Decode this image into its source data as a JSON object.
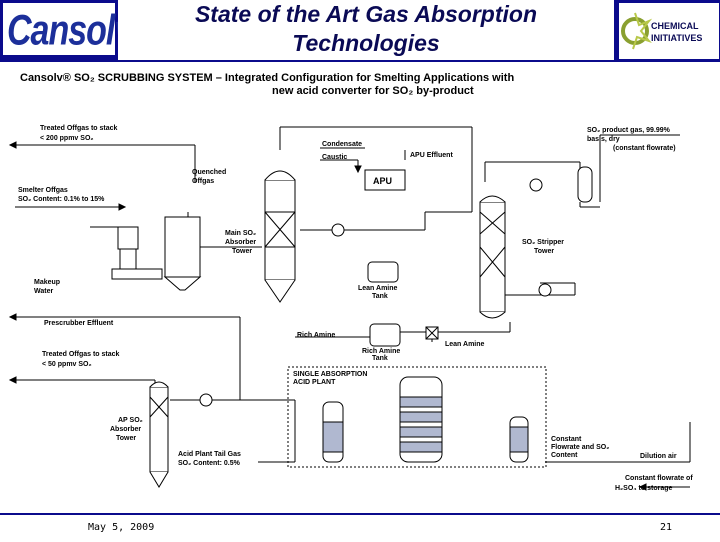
{
  "header": {
    "title_line1": "State of the Art Gas Absorption",
    "title_line2": "Technologies",
    "logo_left_text": "Cansolv",
    "logo_right_line1": "CHEMICAL",
    "logo_right_line2": "INITIATIVES"
  },
  "diagram": {
    "title_line1": "Cansolv® SO₂ SCRUBBING SYSTEM – Integrated Configuration for Smelting Applications with",
    "title_line2": "new acid converter for SO₂ by-product",
    "labels": {
      "treated_offgas_top_1": "Treated Offgas to stack",
      "treated_offgas_top_2": "< 200 ppmv SO₂",
      "smelter_offgas_1": "Smelter Offgas",
      "smelter_offgas_2": "SO₂ Content: 0.1% to 15%",
      "quenched_1": "Quenched",
      "quenched_2": "Offgas",
      "condensate": "Condensate",
      "caustic": "Caustic",
      "apu_effluent": "APU Effluent",
      "apu": "APU",
      "so2_product_1": "SO₂ product gas, 99.99%",
      "so2_product_2": "basis, dry",
      "so2_product_3": "(constant flowrate)",
      "main_absorber_1": "Main SO₂",
      "main_absorber_2": "Absorber",
      "main_absorber_3": "Tower",
      "stripper_1": "SO₂ Stripper",
      "stripper_2": "Tower",
      "makeup_1": "Makeup",
      "makeup_2": "Water",
      "lean_tank_1": "Lean Amine",
      "lean_tank_2": "Tank",
      "prescrubber": "Prescrubber Effluent",
      "rich_amine": "Rich Amine",
      "rich_tank_1": "Rich Amine",
      "rich_tank_2": "Tank",
      "lean_amine": "Lean Amine",
      "treated_offgas_bot_1": "Treated Offgas to stack",
      "treated_offgas_bot_2": "< 50 ppmv SO₂",
      "single_abs_1": "SINGLE ABSORPTION",
      "single_abs_2": "ACID PLANT",
      "ap_absorber_1": "AP SO₂",
      "ap_absorber_2": "Absorber",
      "ap_absorber_3": "Tower",
      "acid_tail_1": "Acid Plant Tail Gas",
      "acid_tail_2": "SO₂ Content: 0.5%",
      "constant_flow_1": "Constant",
      "constant_flow_2": "Flowrate and SO₂",
      "constant_flow_3": "Content",
      "dilution_air": "Dilution air",
      "h2so4_1": "Constant flowrate of",
      "h2so4_2": "H₂SO₄ to storage"
    }
  },
  "footer": {
    "date": "May 5, 2009",
    "page": "21"
  }
}
